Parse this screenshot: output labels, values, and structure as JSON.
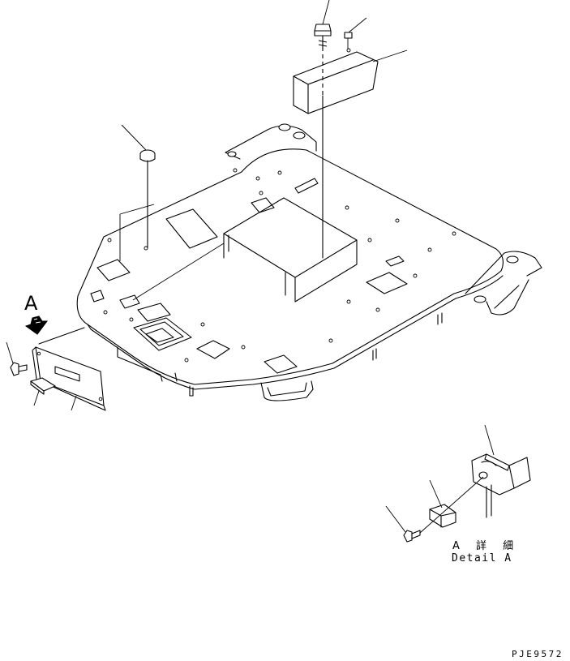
{
  "view_label": "A",
  "detail_title_jp": "A 詳 細",
  "detail_title_en": "Detail A",
  "drawing_code": "PJE9572"
}
